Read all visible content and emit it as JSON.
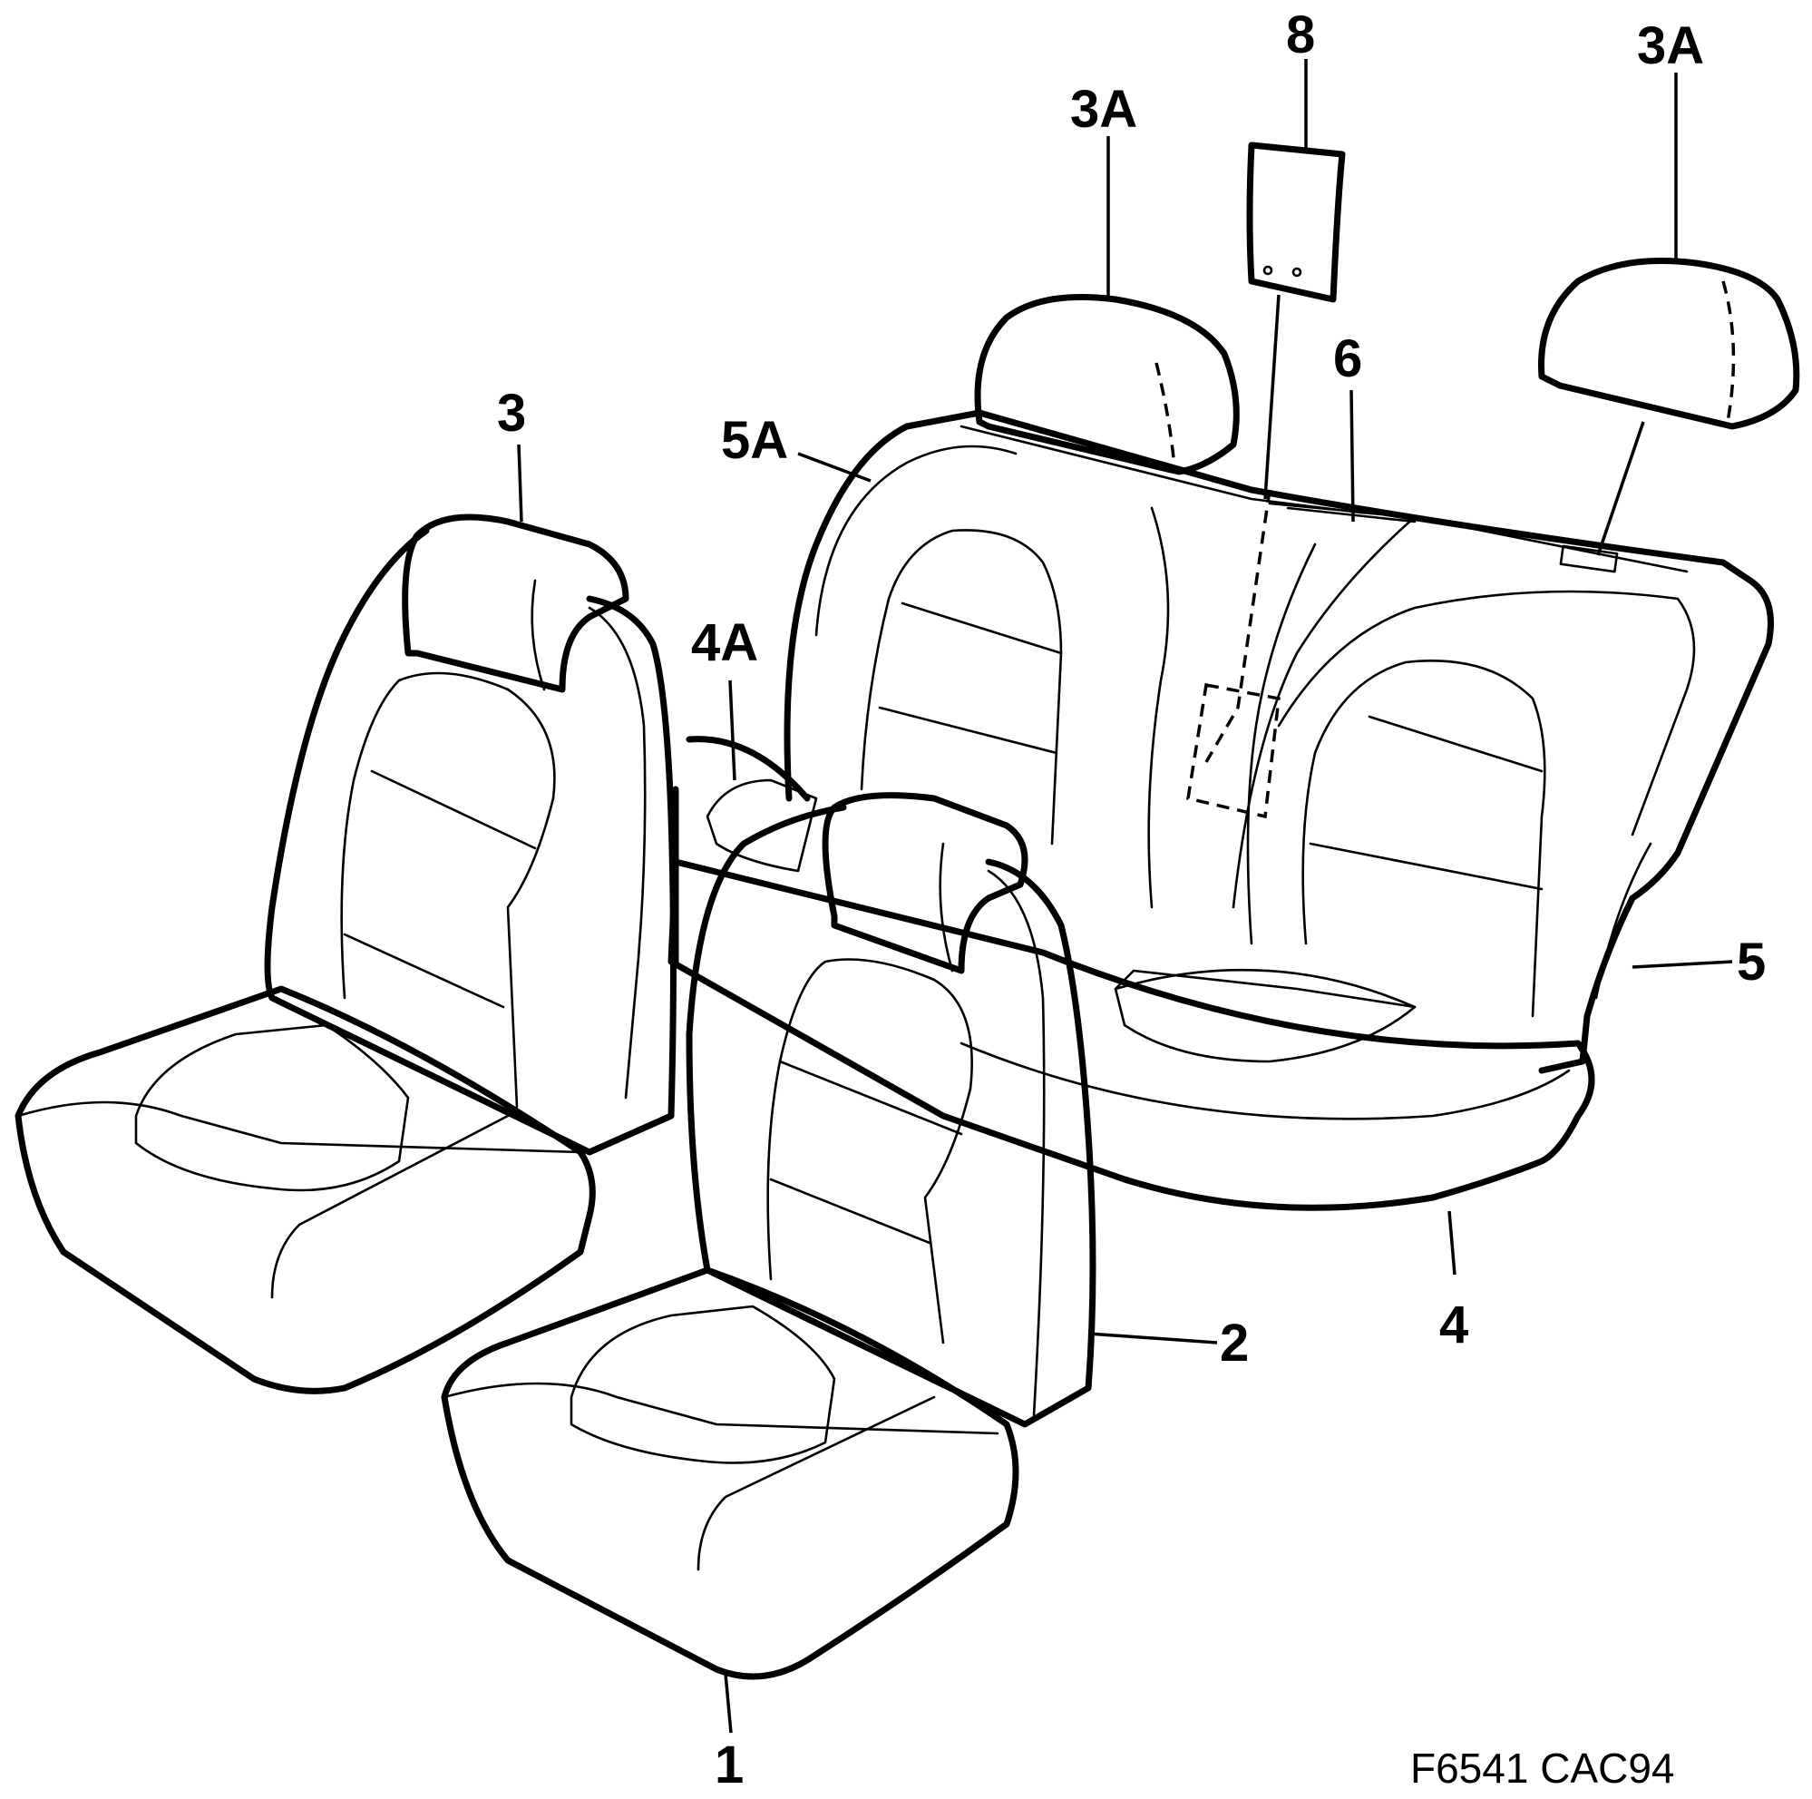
{
  "callouts": {
    "c1": "1",
    "c2": "2",
    "c3": "3",
    "c3A_center": "3A",
    "c3A_right": "3A",
    "c4": "4",
    "c4A": "4A",
    "c5": "5",
    "c5A": "5A",
    "c6": "6",
    "c8": "8"
  },
  "figure_code": "F6541 CAC94"
}
